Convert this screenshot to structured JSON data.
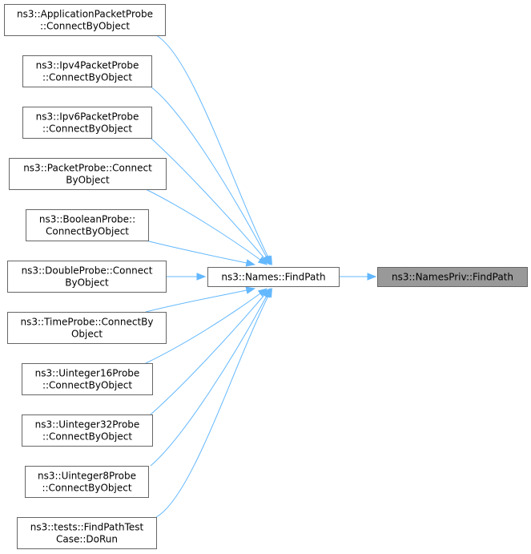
{
  "graph": {
    "root": {
      "lines": [
        "ns3::NamesPriv::FindPath"
      ]
    },
    "middle": {
      "lines": [
        "ns3::Names::FindPath"
      ]
    },
    "callers": [
      {
        "id": "app",
        "lines": [
          "ns3::ApplicationPacketProbe",
          "::ConnectByObject"
        ]
      },
      {
        "id": "ipv4",
        "lines": [
          "ns3::Ipv4PacketProbe",
          "::ConnectByObject"
        ]
      },
      {
        "id": "ipv6",
        "lines": [
          "ns3::Ipv6PacketProbe",
          "::ConnectByObject"
        ]
      },
      {
        "id": "packet",
        "lines": [
          "ns3::PacketProbe::Connect",
          "ByObject"
        ]
      },
      {
        "id": "boolean",
        "lines": [
          "ns3::BooleanProbe::",
          "ConnectByObject"
        ]
      },
      {
        "id": "double",
        "lines": [
          "ns3::DoubleProbe::Connect",
          "ByObject"
        ]
      },
      {
        "id": "time",
        "lines": [
          "ns3::TimeProbe::ConnectBy",
          "Object"
        ]
      },
      {
        "id": "u16",
        "lines": [
          "ns3::Uinteger16Probe",
          "::ConnectByObject"
        ]
      },
      {
        "id": "u32",
        "lines": [
          "ns3::Uinteger32Probe",
          "::ConnectByObject"
        ]
      },
      {
        "id": "u8",
        "lines": [
          "ns3::Uinteger8Probe",
          "::ConnectByObject"
        ]
      },
      {
        "id": "tests",
        "lines": [
          "ns3::tests::FindPathTest",
          "Case::DoRun"
        ]
      }
    ]
  },
  "colors": {
    "edge": "#63b8ff",
    "node_border": "#666666",
    "focus_fill": "#999999"
  }
}
